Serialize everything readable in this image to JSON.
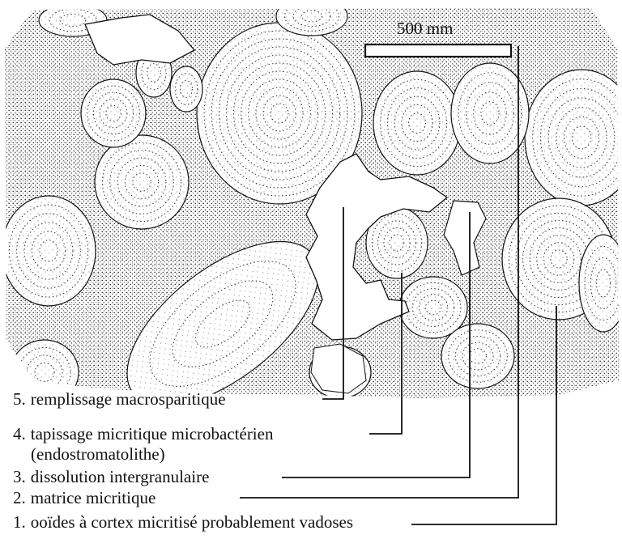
{
  "scale_bar": {
    "label": "500 mm"
  },
  "legend": [
    {
      "number": "5.",
      "text": "remplissage macrosparitique"
    },
    {
      "number": "4.",
      "text": "tapissage micritique microbactérien",
      "continuation": "(endostromatolithe)"
    },
    {
      "number": "3.",
      "text": "dissolution intergranulaire"
    },
    {
      "number": "2.",
      "text": "matrice micritique"
    },
    {
      "number": "1.",
      "text": "ooïdes à cortex micritisé probablement vadoses"
    }
  ],
  "colors": {
    "ink": "#111111",
    "paper": "#ffffff",
    "stipple": "#2a2a2a"
  }
}
